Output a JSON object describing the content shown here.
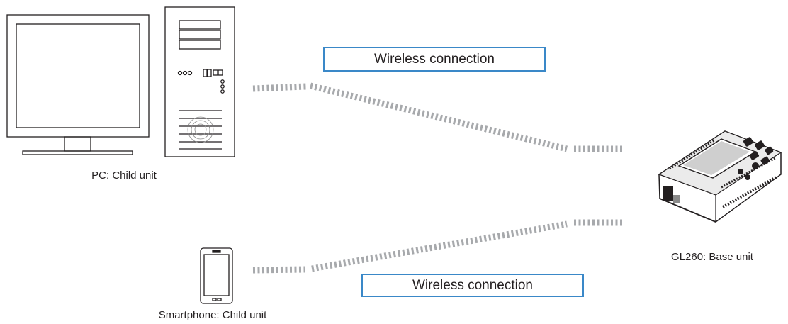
{
  "diagram": {
    "nodes": {
      "pc": {
        "label": "PC: Child unit",
        "icon": "desktop-pc-icon"
      },
      "smartphone": {
        "label": "Smartphone: Child unit",
        "icon": "smartphone-icon"
      },
      "base": {
        "label": "GL260: Base unit",
        "icon": "data-logger-icon"
      }
    },
    "connections": [
      {
        "from": "pc",
        "to": "base",
        "label": "Wireless connection"
      },
      {
        "from": "smartphone",
        "to": "base",
        "label": "Wireless connection"
      }
    ],
    "colors": {
      "accent_border": "#3a88c8",
      "link_dots": "#a7a9ac",
      "outline": "#231f20"
    }
  }
}
